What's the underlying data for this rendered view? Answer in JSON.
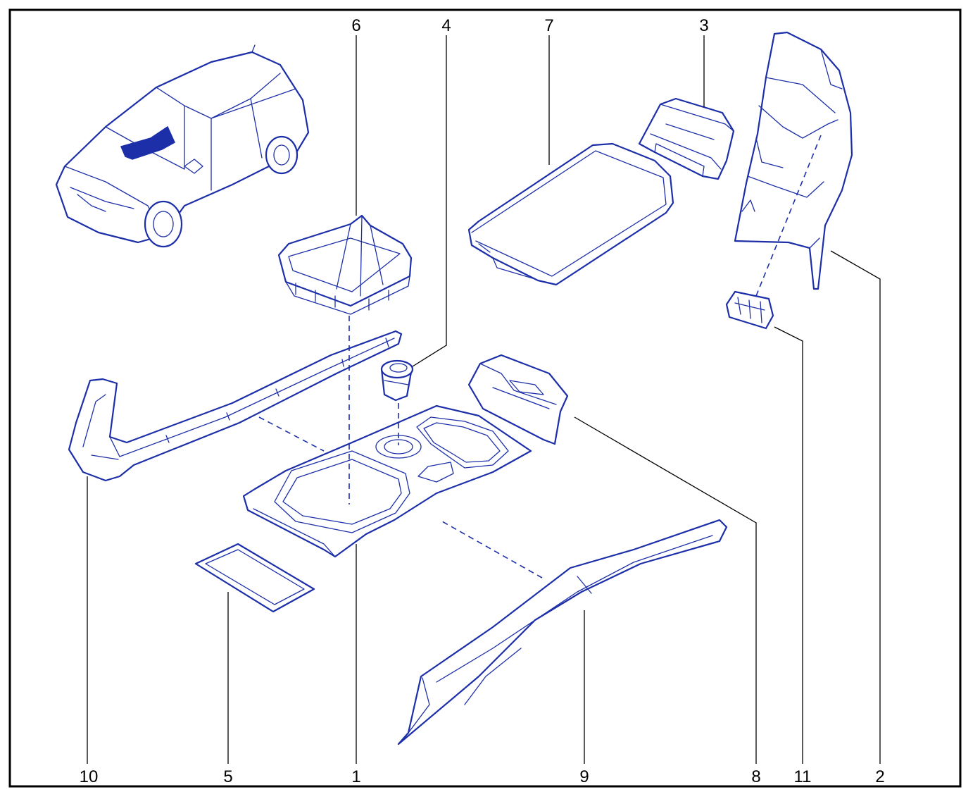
{
  "diagram": {
    "callouts": [
      {
        "id": "callout-1",
        "text": "1"
      },
      {
        "id": "callout-2",
        "text": "2"
      },
      {
        "id": "callout-3",
        "text": "3"
      },
      {
        "id": "callout-4",
        "text": "4"
      },
      {
        "id": "callout-5",
        "text": "5"
      },
      {
        "id": "callout-6",
        "text": "6"
      },
      {
        "id": "callout-7",
        "text": "7"
      },
      {
        "id": "callout-8",
        "text": "8"
      },
      {
        "id": "callout-9",
        "text": "9"
      },
      {
        "id": "callout-10",
        "text": "10"
      },
      {
        "id": "callout-11",
        "text": "11"
      }
    ],
    "colors": {
      "line": "#1c2fa8",
      "frame": "#000000",
      "background": "#ffffff"
    }
  }
}
